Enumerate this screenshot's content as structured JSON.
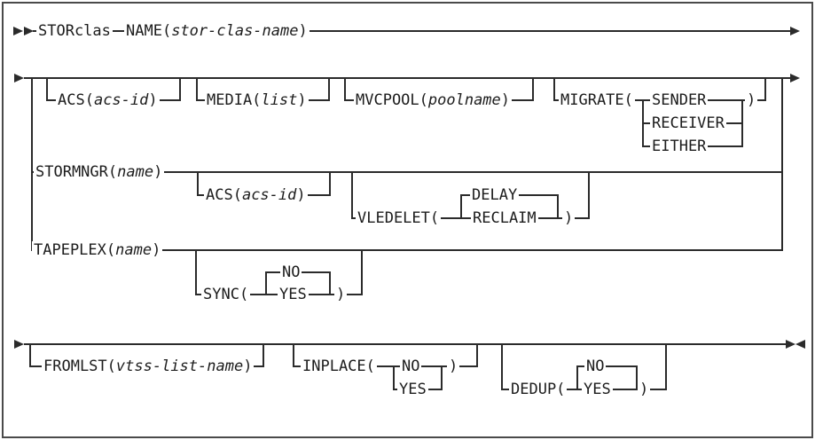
{
  "diagram_title": "STORclas command syntax diagram",
  "labels": {
    "storclas": "STORclas",
    "name_open": "NAME(",
    "stor_clas_name": "stor-clas-name",
    "close_paren": ")",
    "acs_open": "ACS(",
    "acs_id": "acs-id",
    "media_open": "MEDIA(",
    "media_list": "list",
    "mvcpool_open": "MVCPOOL(",
    "poolname": "poolname",
    "migrate_open": "MIGRATE(",
    "sender": "SENDER",
    "receiver": "RECEIVER",
    "either": "EITHER",
    "stormngr_open": "STORMNGR(",
    "name_var": "name",
    "vledelet_open": "VLEDELET(",
    "delay": "DELAY",
    "reclaim": "RECLAIM",
    "tapeplex_open": "TAPEPLEX(",
    "sync_open": "SYNC(",
    "no": "NO",
    "yes": "YES",
    "fromlst_open": "FROMLST(",
    "vtss_list_name": "vtss-list-name",
    "inplace_open": "INPLACE(",
    "dedup_open": "DEDUP("
  },
  "syntax": {
    "command": "STORclas",
    "required": [
      {
        "keyword": "NAME",
        "variable": "stor-clas-name"
      }
    ],
    "optional_alternatives": [
      {
        "sequence": [
          {
            "keyword": "ACS",
            "variable": "acs-id",
            "optional": true
          },
          {
            "keyword": "MEDIA",
            "variable": "list",
            "optional": true
          },
          {
            "keyword": "MVCPOOL",
            "variable": "poolname",
            "optional": true
          },
          {
            "keyword": "MIGRATE",
            "choices": [
              "SENDER",
              "RECEIVER",
              "EITHER"
            ],
            "optional": true
          }
        ]
      },
      {
        "sequence": [
          {
            "keyword": "STORMNGR",
            "variable": "name"
          },
          {
            "keyword": "ACS",
            "variable": "acs-id",
            "optional": true
          },
          {
            "keyword": "VLEDELET",
            "choices": [
              "DELAY",
              "RECLAIM"
            ],
            "default_above_line": "DELAY",
            "optional": true
          }
        ]
      },
      {
        "sequence": [
          {
            "keyword": "TAPEPLEX",
            "variable": "name"
          },
          {
            "keyword": "SYNC",
            "choices": [
              "NO",
              "YES"
            ],
            "default_above_line": "NO",
            "optional": true
          }
        ]
      }
    ],
    "trailing_optional": [
      {
        "keyword": "FROMLST",
        "variable": "vtss-list-name",
        "optional": true
      },
      {
        "keyword": "INPLACE",
        "choices": [
          "NO",
          "YES"
        ],
        "optional": true
      },
      {
        "keyword": "DEDUP",
        "choices": [
          "NO",
          "YES"
        ],
        "default_above_line": "NO",
        "optional": true
      }
    ]
  },
  "colors": {
    "line": "#2b2b2b",
    "text": "#1c1c1c",
    "frame": "#4a4a4a",
    "background": "#ffffff"
  }
}
